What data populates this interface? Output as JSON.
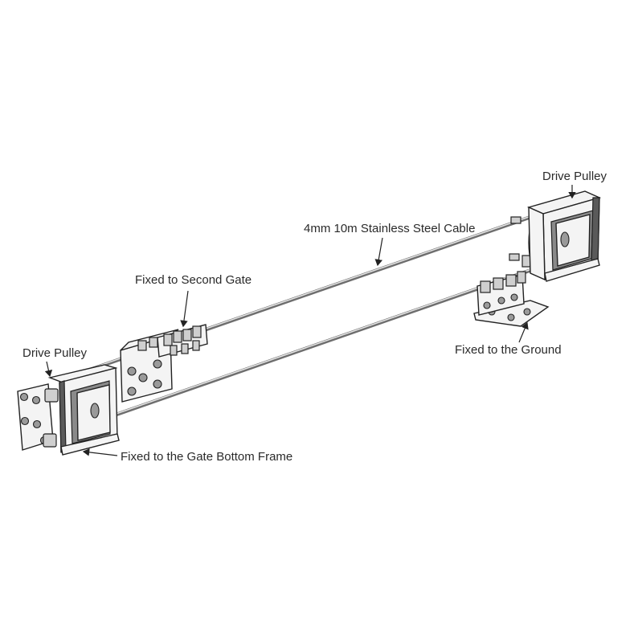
{
  "labels": {
    "drive_pulley_left": "Drive Pulley",
    "drive_pulley_right": "Drive Pulley",
    "cable": "4mm 10m Stainless Steel Cable",
    "second_gate": "Fixed to Second Gate",
    "ground": "Fixed to the Ground",
    "gate_bottom_frame": "Fixed to the Gate Bottom Frame"
  },
  "colors": {
    "line": "#222222",
    "metal_light": "#f4f4f4",
    "metal_shadow": "#8a8a8a",
    "cable": "#6e6e6e"
  }
}
